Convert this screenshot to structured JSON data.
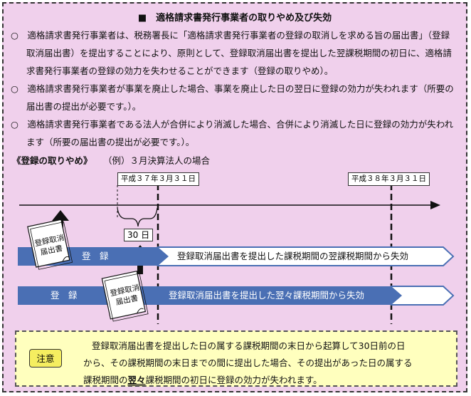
{
  "title": "■　適格請求書発行事業者の取りやめ及び失効",
  "paragraphs": [
    "○　適格請求書発行事業者は、税務署長に「適格請求書発行事業者の登録の取消しを求める旨の届出書」（登録取消届出書）を提出することにより、原則として、登録取消届出書を提出した翌課税期間の初日に、適格請求書発行事業者の登録の効力を失わせることができます（登録の取りやめ）。",
    "○　適格請求書発行事業者が事業を廃止した場合、事業を廃止した日の翌日に登録の効力が失われます（所要の届出書の提出が必要です。）。",
    "○　適格請求書発行事業者である法人が合併により消滅した場合、合併により消滅した日に登録の効力が失われます（所要の届出書の提出が必要です。）。"
  ],
  "example": {
    "heading": "《登録の取りやめ》",
    "subheading": "（例）３月決算法人の場合"
  },
  "timeline": {
    "date1": "平成３７年３月３１日",
    "date2": "平成３８年３月３１日",
    "days_label": "30 日",
    "document_label": "登録取消\n届出書",
    "bar1_label": "登　録",
    "bar1_text": "登録取消届出書を提出した課税期間の翌課税期間から失効",
    "bar2_label": "登　録",
    "bar2_text": "登録取消届出書を提出した翌々課税期間から失効",
    "colors": {
      "bar_blue": "#4a6fb4",
      "bar_blue_light": "#7a98cf"
    }
  },
  "note": {
    "label": "注意",
    "line1": "登録取消届出書を提出した日の属する課税期間の末日から起算して30日前の日",
    "line2": "から、その課税期間の末日までの間に提出した場合、その提出があった日の属する",
    "line3_a": "課税期間の",
    "line3_b": "翌々",
    "line3_c": "課税期間の初日に登録の効力が失われます。"
  }
}
